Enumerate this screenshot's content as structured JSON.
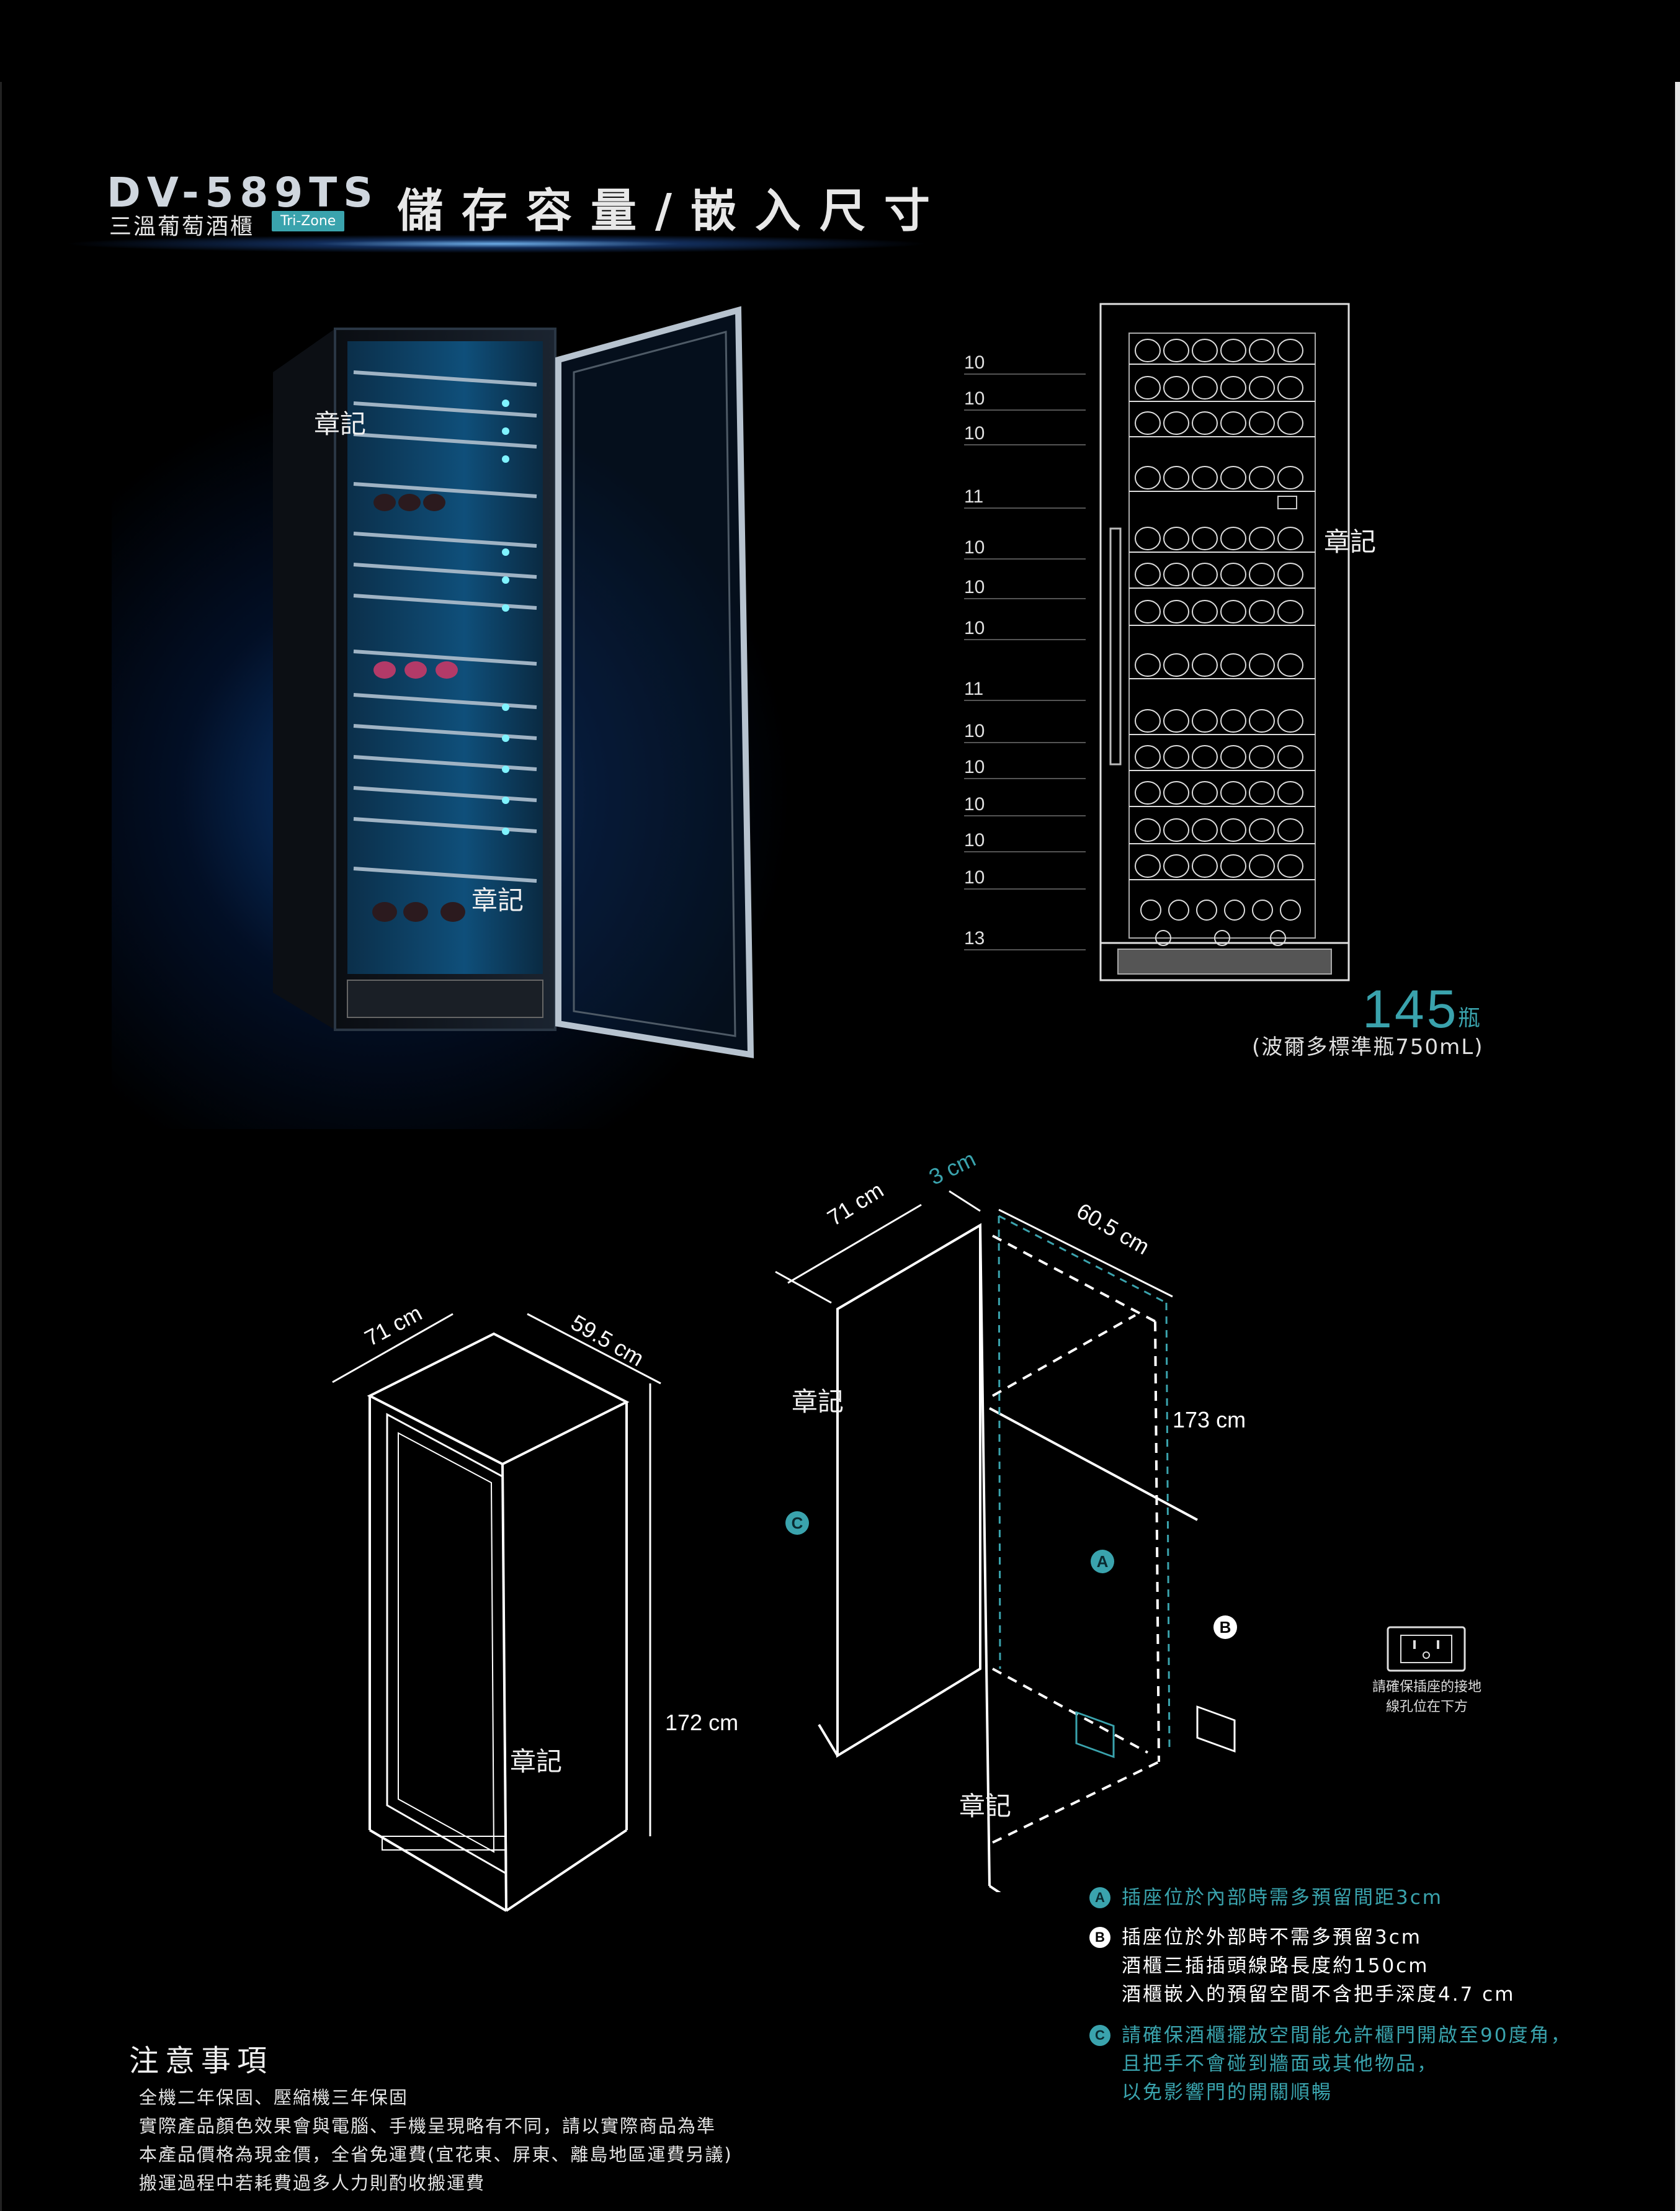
{
  "header": {
    "model": "DV-589TS",
    "subtitle": "三溫葡萄酒櫃",
    "badge": "Tri-Zone",
    "title": "儲存容量/嵌入尺寸"
  },
  "stamps": [
    "章記",
    "章記",
    "章記",
    "章記",
    "章記",
    "章記"
  ],
  "shelves": [
    "10",
    "10",
    "10",
    "11",
    "10",
    "10",
    "10",
    "11",
    "10",
    "10",
    "10",
    "10",
    "10",
    "13"
  ],
  "capacity": {
    "value": "145",
    "unit": "瓶",
    "note": "(波爾多標準瓶750mL)"
  },
  "dimensions": {
    "unit_depth": "71 cm",
    "unit_width": "59.5 cm",
    "unit_height": "172 cm",
    "space_depth": "71 cm",
    "gap": "3 cm",
    "space_width": "60.5 cm",
    "space_height": "173 cm"
  },
  "markers": {
    "a": "A",
    "b": "B",
    "c": "C"
  },
  "outlet_note": "請確保插座的接地線孔位在下方",
  "install_notes": [
    {
      "marker": "A",
      "lines": [
        "插座位於內部時需多預留間距3cm"
      ]
    },
    {
      "marker": "B",
      "lines": [
        "插座位於外部時不需多預留3cm",
        "酒櫃三插插頭線路長度約150cm",
        "酒櫃嵌入的預留空間不含把手深度4.7 cm"
      ]
    },
    {
      "marker": "C",
      "lines": [
        "請確保酒櫃擺放空間能允許櫃門開啟至90度角，",
        "且把手不會碰到牆面或其他物品，",
        "以免影響門的開關順暢"
      ]
    }
  ],
  "notice": {
    "title": "注意事項",
    "lines": [
      "全機二年保固、壓縮機三年保固",
      "實際產品顏色效果會與電腦、手機呈現略有不同，請以實際商品為準",
      "本產品價格為現金價，全省免運費(宜花東、屏東、離島地區運費另議)",
      "搬運過程中若耗費過多人力則酌收搬運費"
    ]
  },
  "colors": {
    "accent": "#3aa3ad",
    "background": "#000000",
    "line": "#ffffff"
  }
}
